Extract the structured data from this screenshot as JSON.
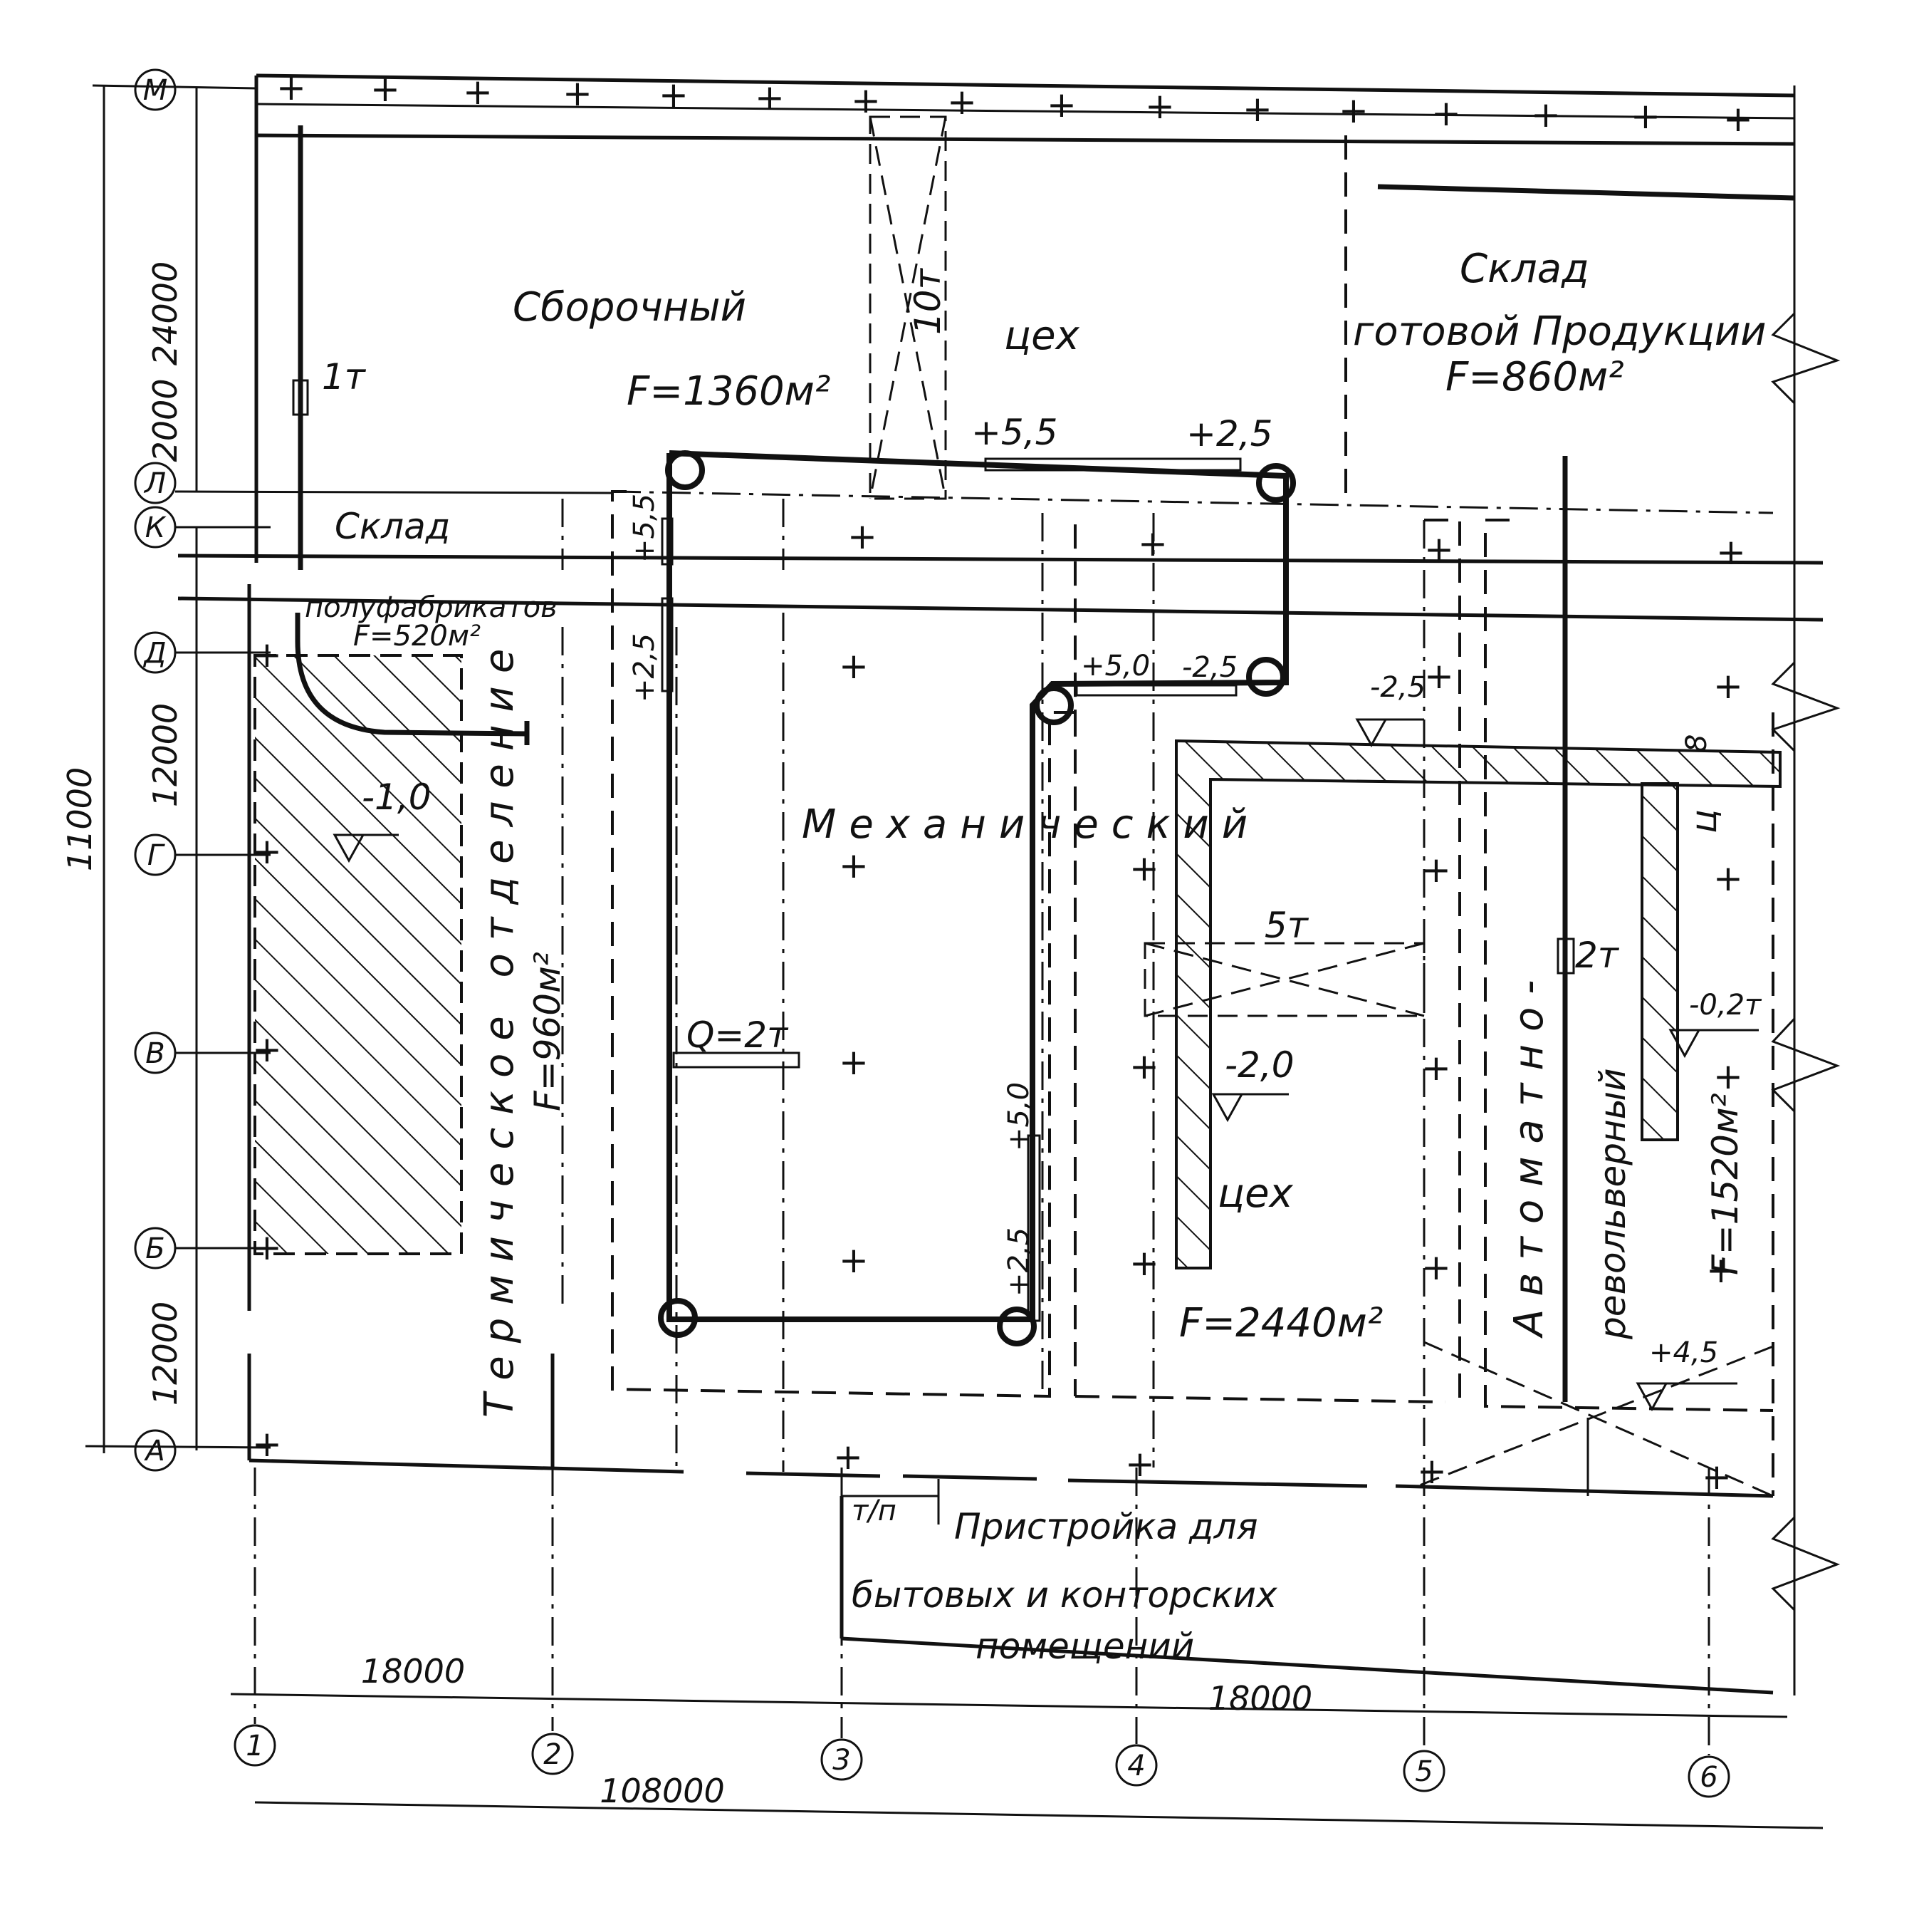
{
  "axes_letters": [
    "М",
    "Л",
    "К",
    "Д",
    "Г",
    "В",
    "Б",
    "А"
  ],
  "axes_numbers": [
    "1",
    "2",
    "3",
    "4",
    "5",
    "6"
  ],
  "dimensions": {
    "d24000": "24000",
    "d2000": "2000",
    "d12000_top": "12000",
    "d12000_bottom": "12000",
    "d11000": "11000",
    "d18000_left": "18000",
    "d18000_right": "18000",
    "d108000": "108000"
  },
  "rooms": {
    "assembly_name": "Сборочный",
    "assembly_name2": "цех",
    "assembly_area": "F=1360м²",
    "warehouse_finished_1": "Склад",
    "warehouse_finished_2": "готовой Продукции",
    "warehouse_finished_area": "F=860м²",
    "semi_1": "Склад",
    "semi_2": "полуфабрикатов",
    "semi_area": "F=520м²",
    "thermal_name": "Термическое отделение",
    "thermal_area": "F=960м²",
    "mechanical_name": "Механический",
    "mechanical_name2": "цех",
    "mechanical_area": "F=2440м²",
    "auto_1": "Автоматно-",
    "auto_2": "револьверный",
    "auto_3": "ц",
    "auto_area": "F=1520м²",
    "annex_1": "Пристройка для",
    "annex_2": "бытовых и конторских",
    "annex_3": "помещений",
    "annex_small": "т/п"
  },
  "marks": {
    "m_1t": "1т",
    "m_10t": "10т",
    "m_5t": "5т",
    "m_2t": "2т",
    "m_q2t": "Q=2т",
    "e_p55a": "+5,5",
    "e_p25a": "+2,5",
    "e_p55b": "+5,5",
    "e_p25b": "+2,5",
    "e_p50a": "+5,0",
    "e_m25a": "-2,5",
    "e_m25b": "-2,5",
    "e_m10": "-1,0",
    "e_m20": "-2,0",
    "e_m02": "-0,2т",
    "e_p50b": "+5,0",
    "e_p25c": "+2,5",
    "e_p45": "+4,5",
    "e_8": "8"
  }
}
